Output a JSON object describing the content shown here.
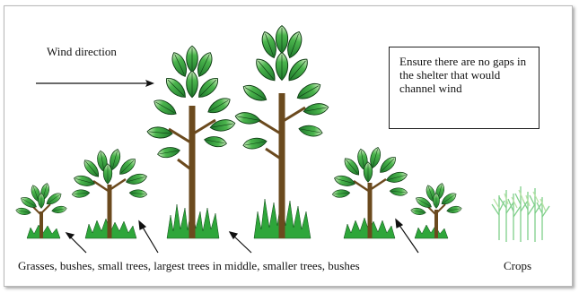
{
  "labels": {
    "wind_direction": "Wind direction",
    "note": "Ensure there are no gaps in the shelter that would channel wind",
    "caption": "Grasses, bushes, small trees, largest trees in middle, smaller trees, bushes",
    "crops": "Crops"
  },
  "colors": {
    "leaf_fill": "#2e9c3a",
    "leaf_highlight": "#b9e3a8",
    "trunk": "#6b4a1e",
    "grass": "#2ea63a",
    "crops": "#7fcf8a"
  },
  "icons": [
    "tree",
    "grass-tuft",
    "crop-plants",
    "arrow"
  ]
}
